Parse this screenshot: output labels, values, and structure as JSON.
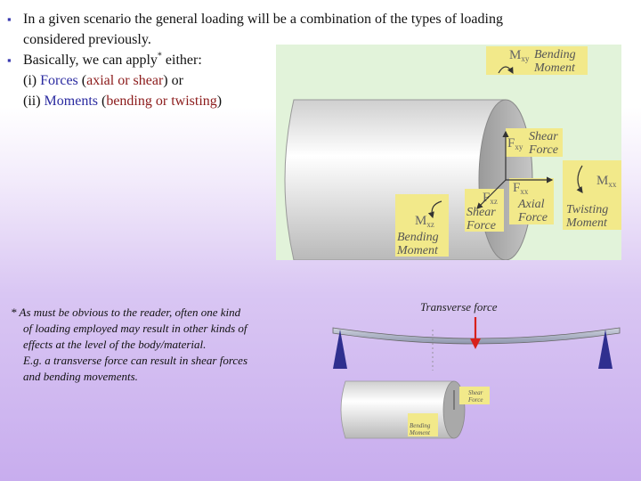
{
  "bullets": {
    "b1_line1": "In a given scenario the general loading will be a combination of the types of loading",
    "b1_line2": "considered previously.",
    "b2_prefix": "Basically, we can apply",
    "b2_sup": "*",
    "b2_suffix": " either:",
    "line_i_open": "(i) ",
    "line_i_forces": "Forces",
    "line_i_paren_open": " (",
    "line_i_axial_shear": "axial or shear",
    "line_i_close": ") or",
    "line_ii_open": "(ii) ",
    "line_ii_moments": "Moments",
    "line_ii_paren_open": " (",
    "line_ii_bending_twisting": "bending or twisting",
    "line_ii_close": ")"
  },
  "figure": {
    "bending_moment_top": [
      "Bending",
      "Moment"
    ],
    "m_xy": "M",
    "m_xy_sub": "xy",
    "shear_force_right": [
      "Shear",
      "Force"
    ],
    "f_xy": "F",
    "f_xy_sub": "xy",
    "m_xx": "M",
    "m_xx_sub": "xx",
    "f_xx": "F",
    "f_xx_sub": "xx",
    "axial_force": [
      "Axial",
      "Force"
    ],
    "twisting_moment": [
      "Twisting",
      "Moment"
    ],
    "f_xz": "F",
    "f_xz_sub": "xz",
    "shear_force_lower": [
      "Shear",
      "Force"
    ],
    "m_xz": "M",
    "m_xz_sub": "xz",
    "bending_moment_lower": [
      "Bending",
      "Moment"
    ]
  },
  "footnote": {
    "line1": "* As must be obvious to the reader, often one kind",
    "line2": "of loading employed may result in other kinds of",
    "line3": "effects at the level of the body/material.",
    "line4": "E.g. a transverse force can result in shear forces",
    "line5": "and bending movements."
  },
  "transverse": {
    "label": "Transverse force"
  },
  "small_figure": {
    "shear_force": [
      "Shear",
      "Force"
    ],
    "bending_moment": [
      "Bending",
      "Moment"
    ]
  },
  "colors": {
    "bullet": "#3a3ab0",
    "forces": "#2a2aa0",
    "axial_shear": "#8b1a1a",
    "label_box": "#f2e98a",
    "figure_bg": "#e2f3da",
    "support": "#2f2f8f",
    "arrow": "#d8201c"
  }
}
